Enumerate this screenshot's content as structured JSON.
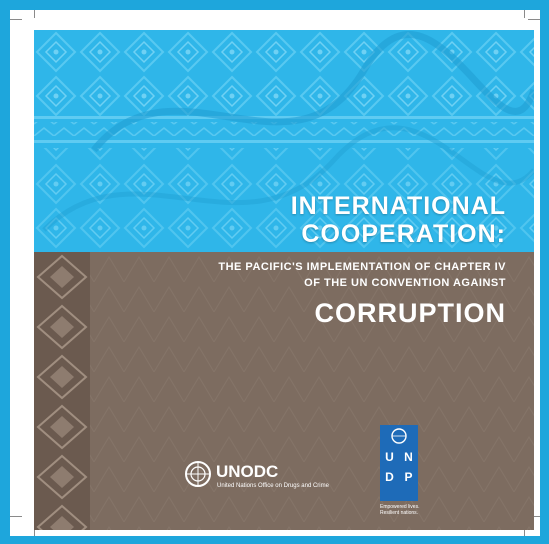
{
  "cover": {
    "title_line1": "INTERNATIONAL",
    "title_line2": "COOPERATION:",
    "subtitle_line1": "THE PACIFIC'S IMPLEMENTATION OF CHAPTER IV",
    "subtitle_line2": "OF THE UN CONVENTION AGAINST",
    "title_line3": "CORRUPTION"
  },
  "logos": {
    "unodc_name": "UNODC",
    "unodc_sub": "United Nations Office on Drugs and Crime",
    "undp_letters": [
      "U",
      "N",
      "D",
      "P"
    ],
    "undp_tagline": "Empowered lives. Resilient nations."
  },
  "colors": {
    "page_border": "#1ea6dc",
    "sky_band": "#2fb6e9",
    "earth_band": "#7d6c60",
    "undp_blue": "#1e6bb8"
  }
}
